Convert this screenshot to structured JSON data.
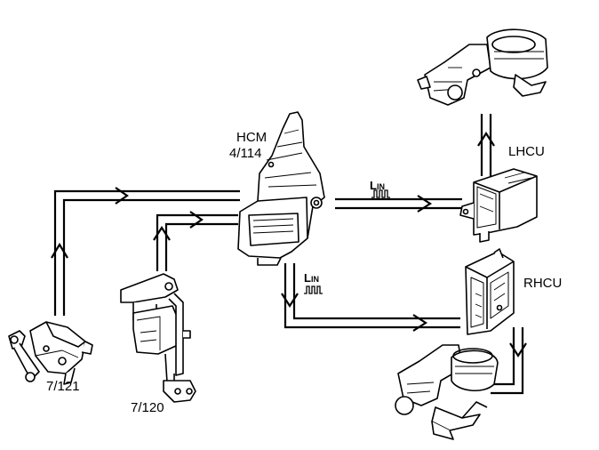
{
  "components": {
    "hcm": {
      "name": "HCM",
      "code": "4/114"
    },
    "lhcu": {
      "name": "LHCU"
    },
    "rhcu": {
      "name": "RHCU"
    },
    "sensor_121": {
      "code": "7/121"
    },
    "sensor_120": {
      "code": "7/120"
    }
  },
  "bus": {
    "prefix": "L",
    "suffix": "IN"
  },
  "colors": {
    "line": "#000000",
    "background": "#ffffff"
  }
}
